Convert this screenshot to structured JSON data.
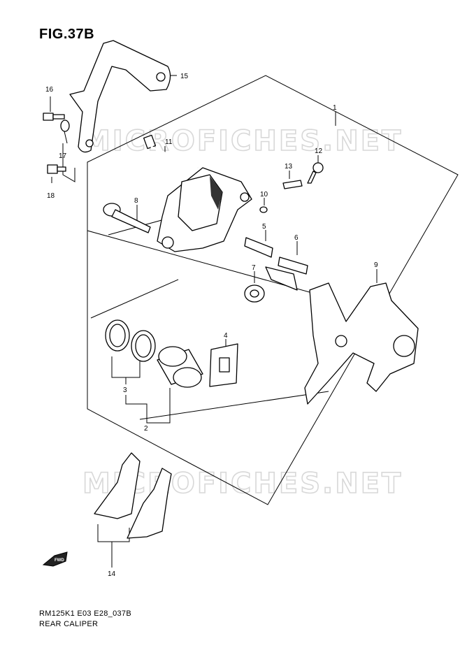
{
  "figure": {
    "title": "FIG.37B",
    "caption_code": "RM125K1 E03 E28_037B",
    "caption_name": "REAR CALIPER"
  },
  "watermark": {
    "text": "MICROFICHES.NET",
    "color": "#d8d8d8"
  },
  "direction_badge": {
    "text": "FWD",
    "icon": "forward-arrow-icon"
  },
  "callouts": {
    "c1": "1",
    "c2": "2",
    "c3": "3",
    "c4": "4",
    "c5": "5",
    "c6": "6",
    "c7": "7",
    "c8": "8",
    "c9": "9",
    "c10": "10",
    "c11": "11",
    "c12": "12",
    "c13": "13",
    "c14": "14",
    "c15": "15",
    "c16": "16",
    "c17": "17",
    "c18": "18"
  }
}
